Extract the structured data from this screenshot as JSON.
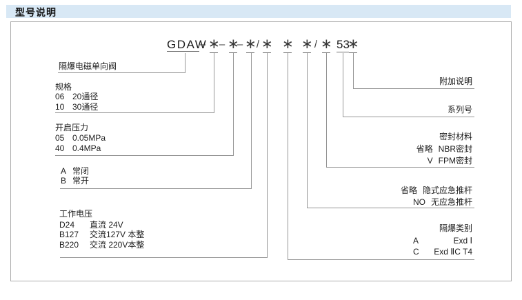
{
  "header": {
    "title": "型号说明"
  },
  "code": {
    "base": "GDAW",
    "dash": "–",
    "star": "∗",
    "slash": "/",
    "series": "53"
  },
  "left_sections": [
    {
      "title": "隔爆电磁单向阀",
      "items": []
    },
    {
      "title": "规格",
      "items": [
        {
          "code": "06",
          "desc": "20通径"
        },
        {
          "code": "10",
          "desc": "30通径"
        }
      ]
    },
    {
      "title": "开启压力",
      "items": [
        {
          "code": "05",
          "desc": "0.05MPa"
        },
        {
          "code": "40",
          "desc": "0.4MPa"
        }
      ]
    },
    {
      "title": "",
      "items": [
        {
          "code": "A",
          "desc": "常闭"
        },
        {
          "code": "B",
          "desc": "常开"
        }
      ]
    },
    {
      "title": "工作电压",
      "items": [
        {
          "code": "D24",
          "desc": "直流 24V"
        },
        {
          "code": "B127",
          "desc": "交流127V 本整"
        },
        {
          "code": "B220",
          "desc": "交流 220V本整"
        }
      ]
    }
  ],
  "right_sections": [
    {
      "title": "附加说明",
      "items": []
    },
    {
      "title": "系列号",
      "items": []
    },
    {
      "title": "密封材料",
      "items": [
        {
          "code": "省略",
          "desc": "NBR密封"
        },
        {
          "code": "V",
          "desc": "FPM密封"
        }
      ]
    },
    {
      "title": "",
      "items": [
        {
          "code": "省略",
          "desc": "隐式应急推杆"
        },
        {
          "code": "NO",
          "desc": "无应急推杆"
        }
      ]
    },
    {
      "title": "隔爆类别",
      "items": [
        {
          "code": "A",
          "desc": "Exd Ⅰ"
        },
        {
          "code": "C",
          "desc": "Exd ⅡC T4"
        }
      ]
    }
  ],
  "colors": {
    "header_bg": "#d8e8f5",
    "line": "#949494",
    "text": "#1c1c1c",
    "box_border": "#ababab"
  }
}
